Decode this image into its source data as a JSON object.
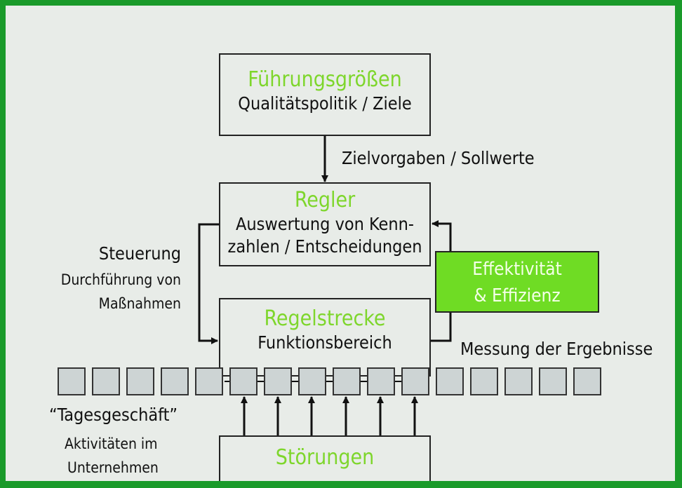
{
  "fuehrung": {
    "title": "Führungsgrößen",
    "subtitle": "Qualitätspolitik / Ziele"
  },
  "zielvorgaben_label": "Zielvorgaben / Sollwerte",
  "regler": {
    "title": "Regler",
    "line1": "Auswertung von Kenn-",
    "line2": "zahlen / Entscheidungen"
  },
  "steuerung": {
    "title": "Steuerung",
    "line1": "Durchführung von",
    "line2": "Maßnahmen"
  },
  "effektivitaet": {
    "line1": "Effektivität",
    "line2": "& Effizienz"
  },
  "regelstrecke": {
    "title": "Regelstrecke",
    "subtitle": "Funktionsbereich"
  },
  "messung_label": "Messung der Ergebnisse",
  "tagesgeschaeft": {
    "title": "“Tagesgeschäft”",
    "line1": "Aktivitäten im",
    "line2": "Unternehmen"
  },
  "stoerungen": {
    "title": "Störungen"
  },
  "colors": {
    "border": "#1a9a2a",
    "background": "#e8ece8",
    "accent_green": "#7ed62c",
    "effekt_fill": "#6fdc24"
  }
}
